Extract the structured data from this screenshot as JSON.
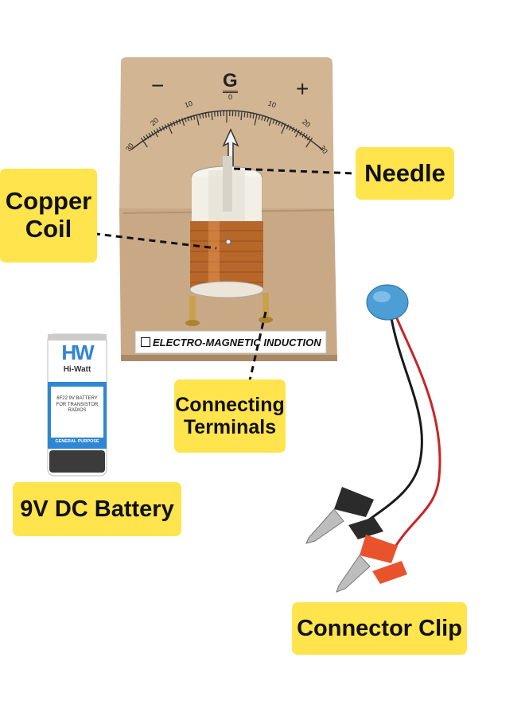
{
  "labels": {
    "needle": "Needle",
    "copper_coil": "Copper\nCoil",
    "connecting_terminals": "Connecting\nTerminals",
    "battery": "9V DC Battery",
    "connector_clip": "Connector Clip"
  },
  "galvanometer": {
    "plate_text": "ELECTRO-MAGNETIC INDUCTION",
    "symbol": "G",
    "minus": "−",
    "plus": "+",
    "scale_ticks": [
      "30",
      "20",
      "10",
      "0",
      "10",
      "20",
      "30"
    ]
  },
  "battery": {
    "brand_logo": "HW",
    "brand_name": "Hi-Watt",
    "spec_text": "6F22 9V BATTERY FOR TRANSISTOR RADIOS",
    "purpose": "GENERAL PURPOSE"
  },
  "colors": {
    "callout": "#ffe44d",
    "board": "#cfb08e",
    "copper": "#b8672a",
    "clip_red": "#e8532e",
    "clip_black": "#2b2b2b",
    "battery_blue": "#2e86d4"
  }
}
